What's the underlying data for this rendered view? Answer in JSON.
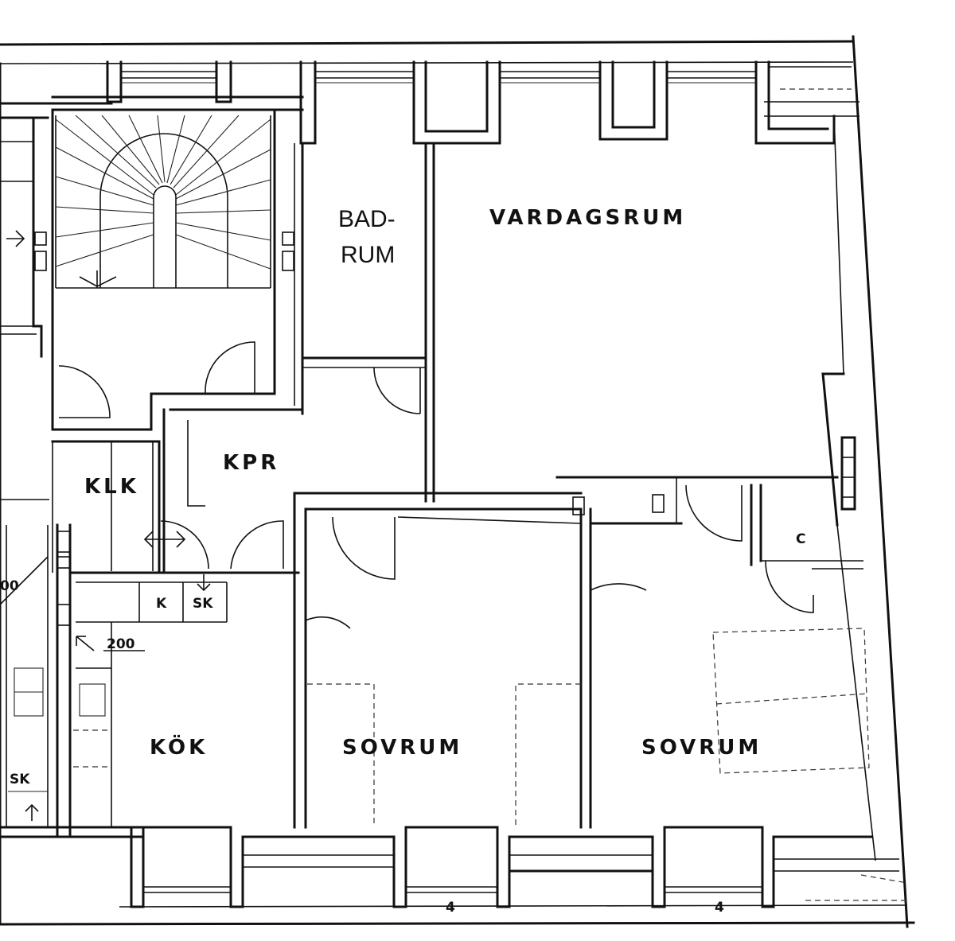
{
  "rooms": {
    "badrum_line1": "BAD-",
    "badrum_line2": "RUM",
    "vardagsrum": "VARDAGSRUM",
    "kpr": "KPR",
    "klk": "KLK",
    "kok": "KÖK",
    "sovrum_1": "SOVRUM",
    "sovrum_2": "SOVRUM"
  },
  "marks": {
    "k": "K",
    "sk_1": "SK",
    "sk_2": "SK",
    "dim_200": "200",
    "c": "C",
    "dim_left": "00",
    "four_1": "4",
    "four_2": "4"
  }
}
